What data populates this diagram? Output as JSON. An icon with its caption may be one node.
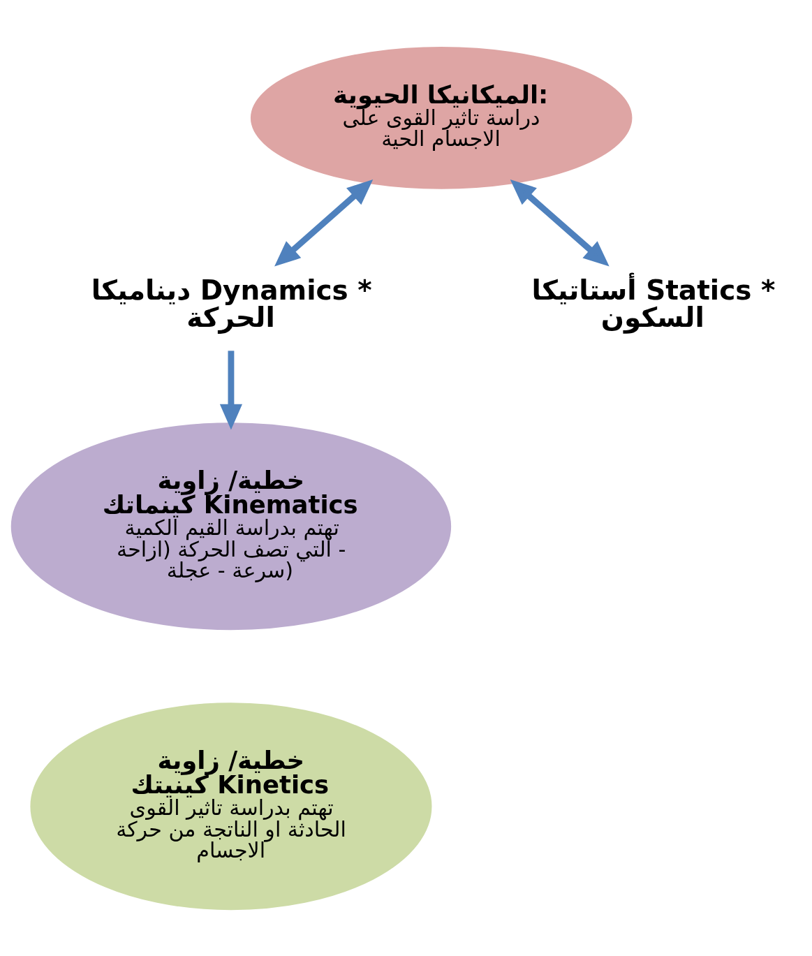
{
  "diagram": {
    "nodes": [
      {
        "text": [
          "الميكانيكا الحيوية:",
          "دراسة تاثير القوى على الاجسام الحية"
        ]
      },
      {
        "text": [
          "ديناميكا Dynamics *",
          "الحركة"
        ]
      },
      {
        "text": [
          "أستاتيكا Statics *",
          "السكون"
        ]
      },
      {
        "text": [
          "خطية/ زاوية",
          "كينماتك Kinematics",
          "تهتم بدراسة القيم الكمية التي تصف الحركة (ازاحة - سرعة - عجلة)"
        ]
      },
      {
        "text": [
          "خطية/ زاوية",
          "كينيتك Kinetics",
          "تهتم بدراسة تاثير القوى الحادثة او الناتجة من حركة الاجسام"
        ]
      }
    ],
    "edges": [
      {
        "from": 0,
        "to": 1,
        "arrow": "both"
      },
      {
        "from": 0,
        "to": 2,
        "arrow": "both"
      },
      {
        "from": 1,
        "to": 3,
        "arrow": "to"
      }
    ]
  }
}
